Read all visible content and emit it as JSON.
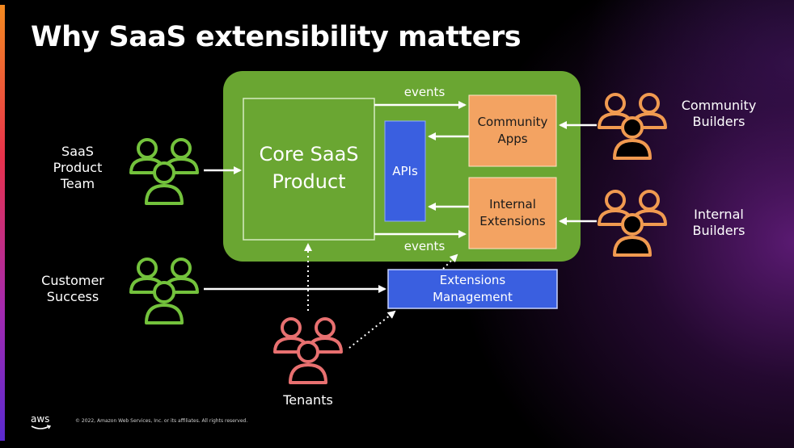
{
  "title": "Why SaaS extensibility matters",
  "colors": {
    "green_container": "#6aa632",
    "green_icon": "#73c23c",
    "orange_box": "#f3a362",
    "orange_icon": "#f09a50",
    "blue_box": "#3a5fe0",
    "red_icon": "#e87070"
  },
  "core": {
    "label": "Core SaaS\nProduct"
  },
  "apis": {
    "label": "APIs"
  },
  "community_apps": {
    "label": "Community\nApps"
  },
  "internal_extensions": {
    "label": "Internal\nExtensions"
  },
  "extensions_management": {
    "label": "Extensions\nManagement"
  },
  "edges": {
    "events_top": "events",
    "events_bottom": "events"
  },
  "groups": {
    "saas_product_team": {
      "label": "SaaS\nProduct\nTeam",
      "icon": "people-group-icon"
    },
    "customer_success": {
      "label": "Customer\nSuccess",
      "icon": "people-group-icon"
    },
    "tenants": {
      "label": "Tenants",
      "icon": "people-group-icon"
    },
    "community_builders": {
      "label": "Community\nBuilders",
      "icon": "people-group-icon"
    },
    "internal_builders": {
      "label": "Internal\nBuilders",
      "icon": "people-group-icon"
    }
  },
  "footer": {
    "logo": "aws",
    "copyright": "© 2022, Amazon Web Services, Inc. or its affiliates. All rights reserved."
  }
}
